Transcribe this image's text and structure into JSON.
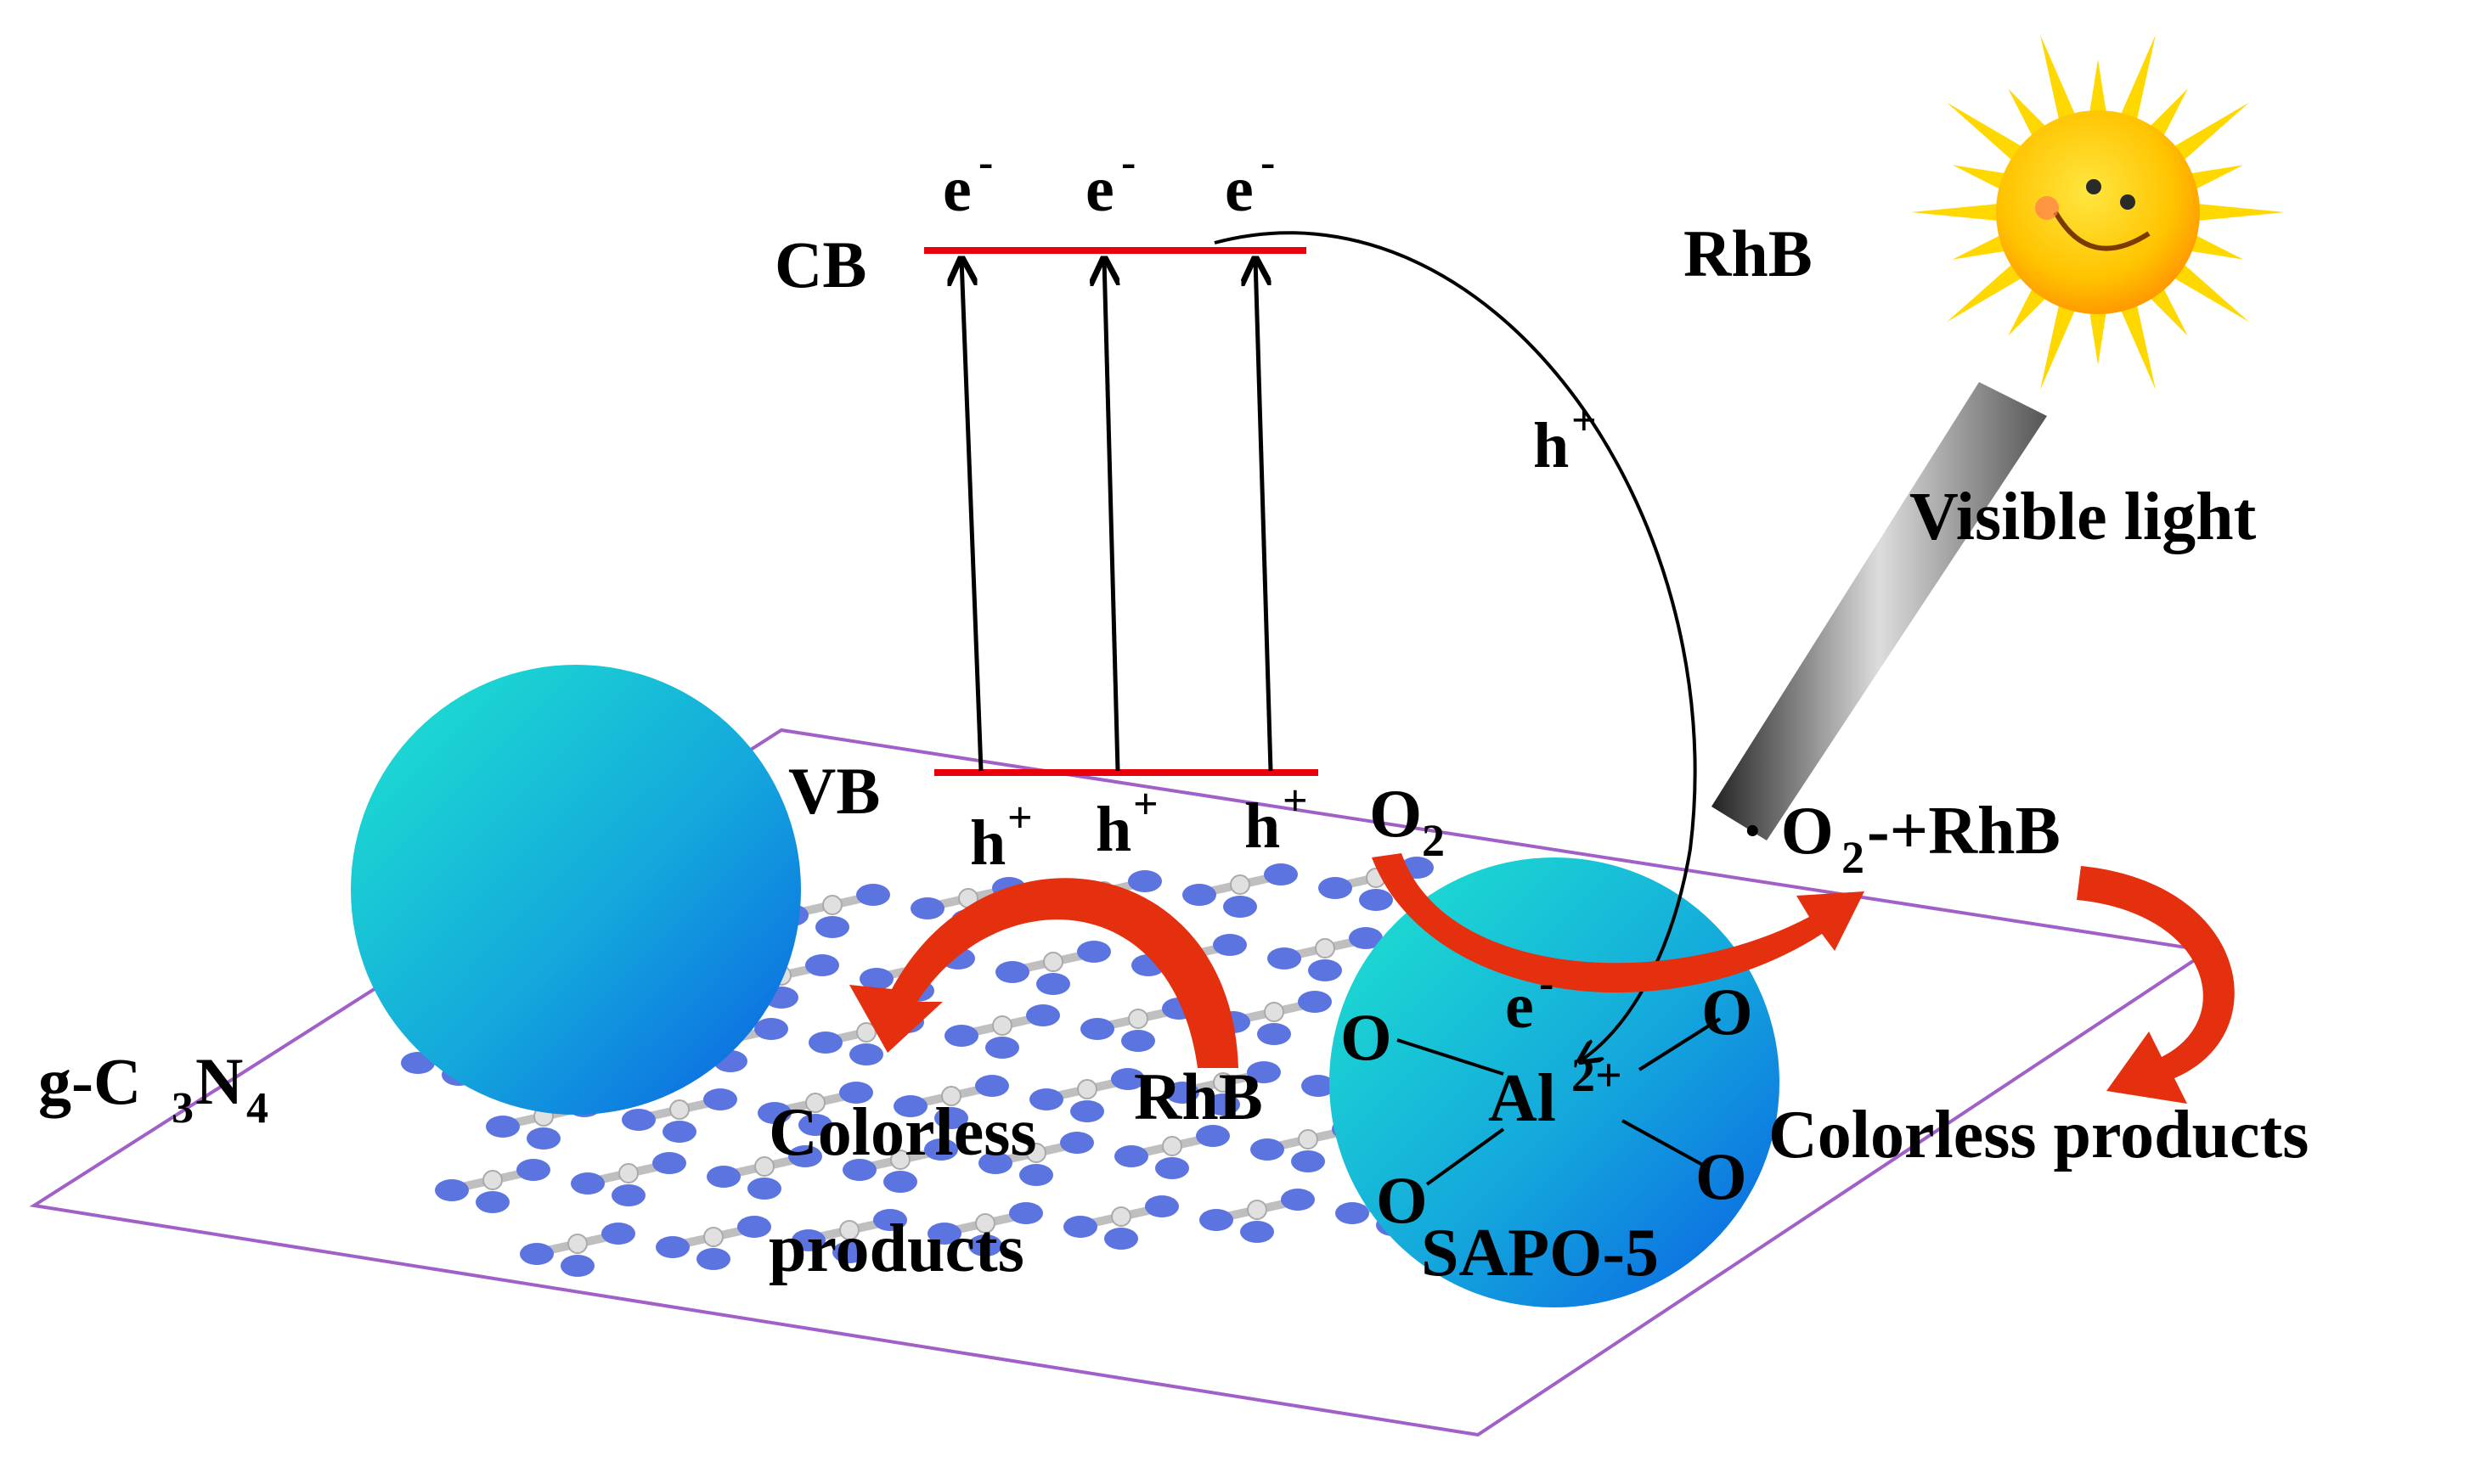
{
  "labels": {
    "cb": "CB",
    "vb": "VB",
    "electron": "e",
    "electron_charge": "-",
    "hole": "h",
    "hole_charge": "+",
    "rhb_top": "RhB",
    "visible_light": "Visible light",
    "o2": "O",
    "o2_sub": "2",
    "radical_prefix": "· O",
    "radical_sub": "2",
    "radical_suffix": "-+RhB",
    "rhb_mid": "RhB",
    "colorless_left_1": "Colorless",
    "colorless_left_2": "products",
    "colorless_right": "Colorless products",
    "g_prefix": "g-C",
    "g_sub1": "3",
    "g_mid": "N",
    "g_sub2": "4",
    "al": "Al",
    "al_charge": "2+",
    "oxygen": "O",
    "sapo": "SAPO-5"
  },
  "colors": {
    "band_line": "#e8000b",
    "red_arrow": "#e53010",
    "sphere_light": "#18dccf",
    "sphere_dark": "#0b6fe6",
    "plane_border": "#a060c8",
    "lattice_node": "#5b74e0",
    "sun_ray": "#ffd800",
    "sun_face": "#ffb800"
  },
  "icons": [
    "sun-icon",
    "light-beam-icon",
    "g-c3n4-lattice",
    "red-curved-arrow-icon"
  ]
}
